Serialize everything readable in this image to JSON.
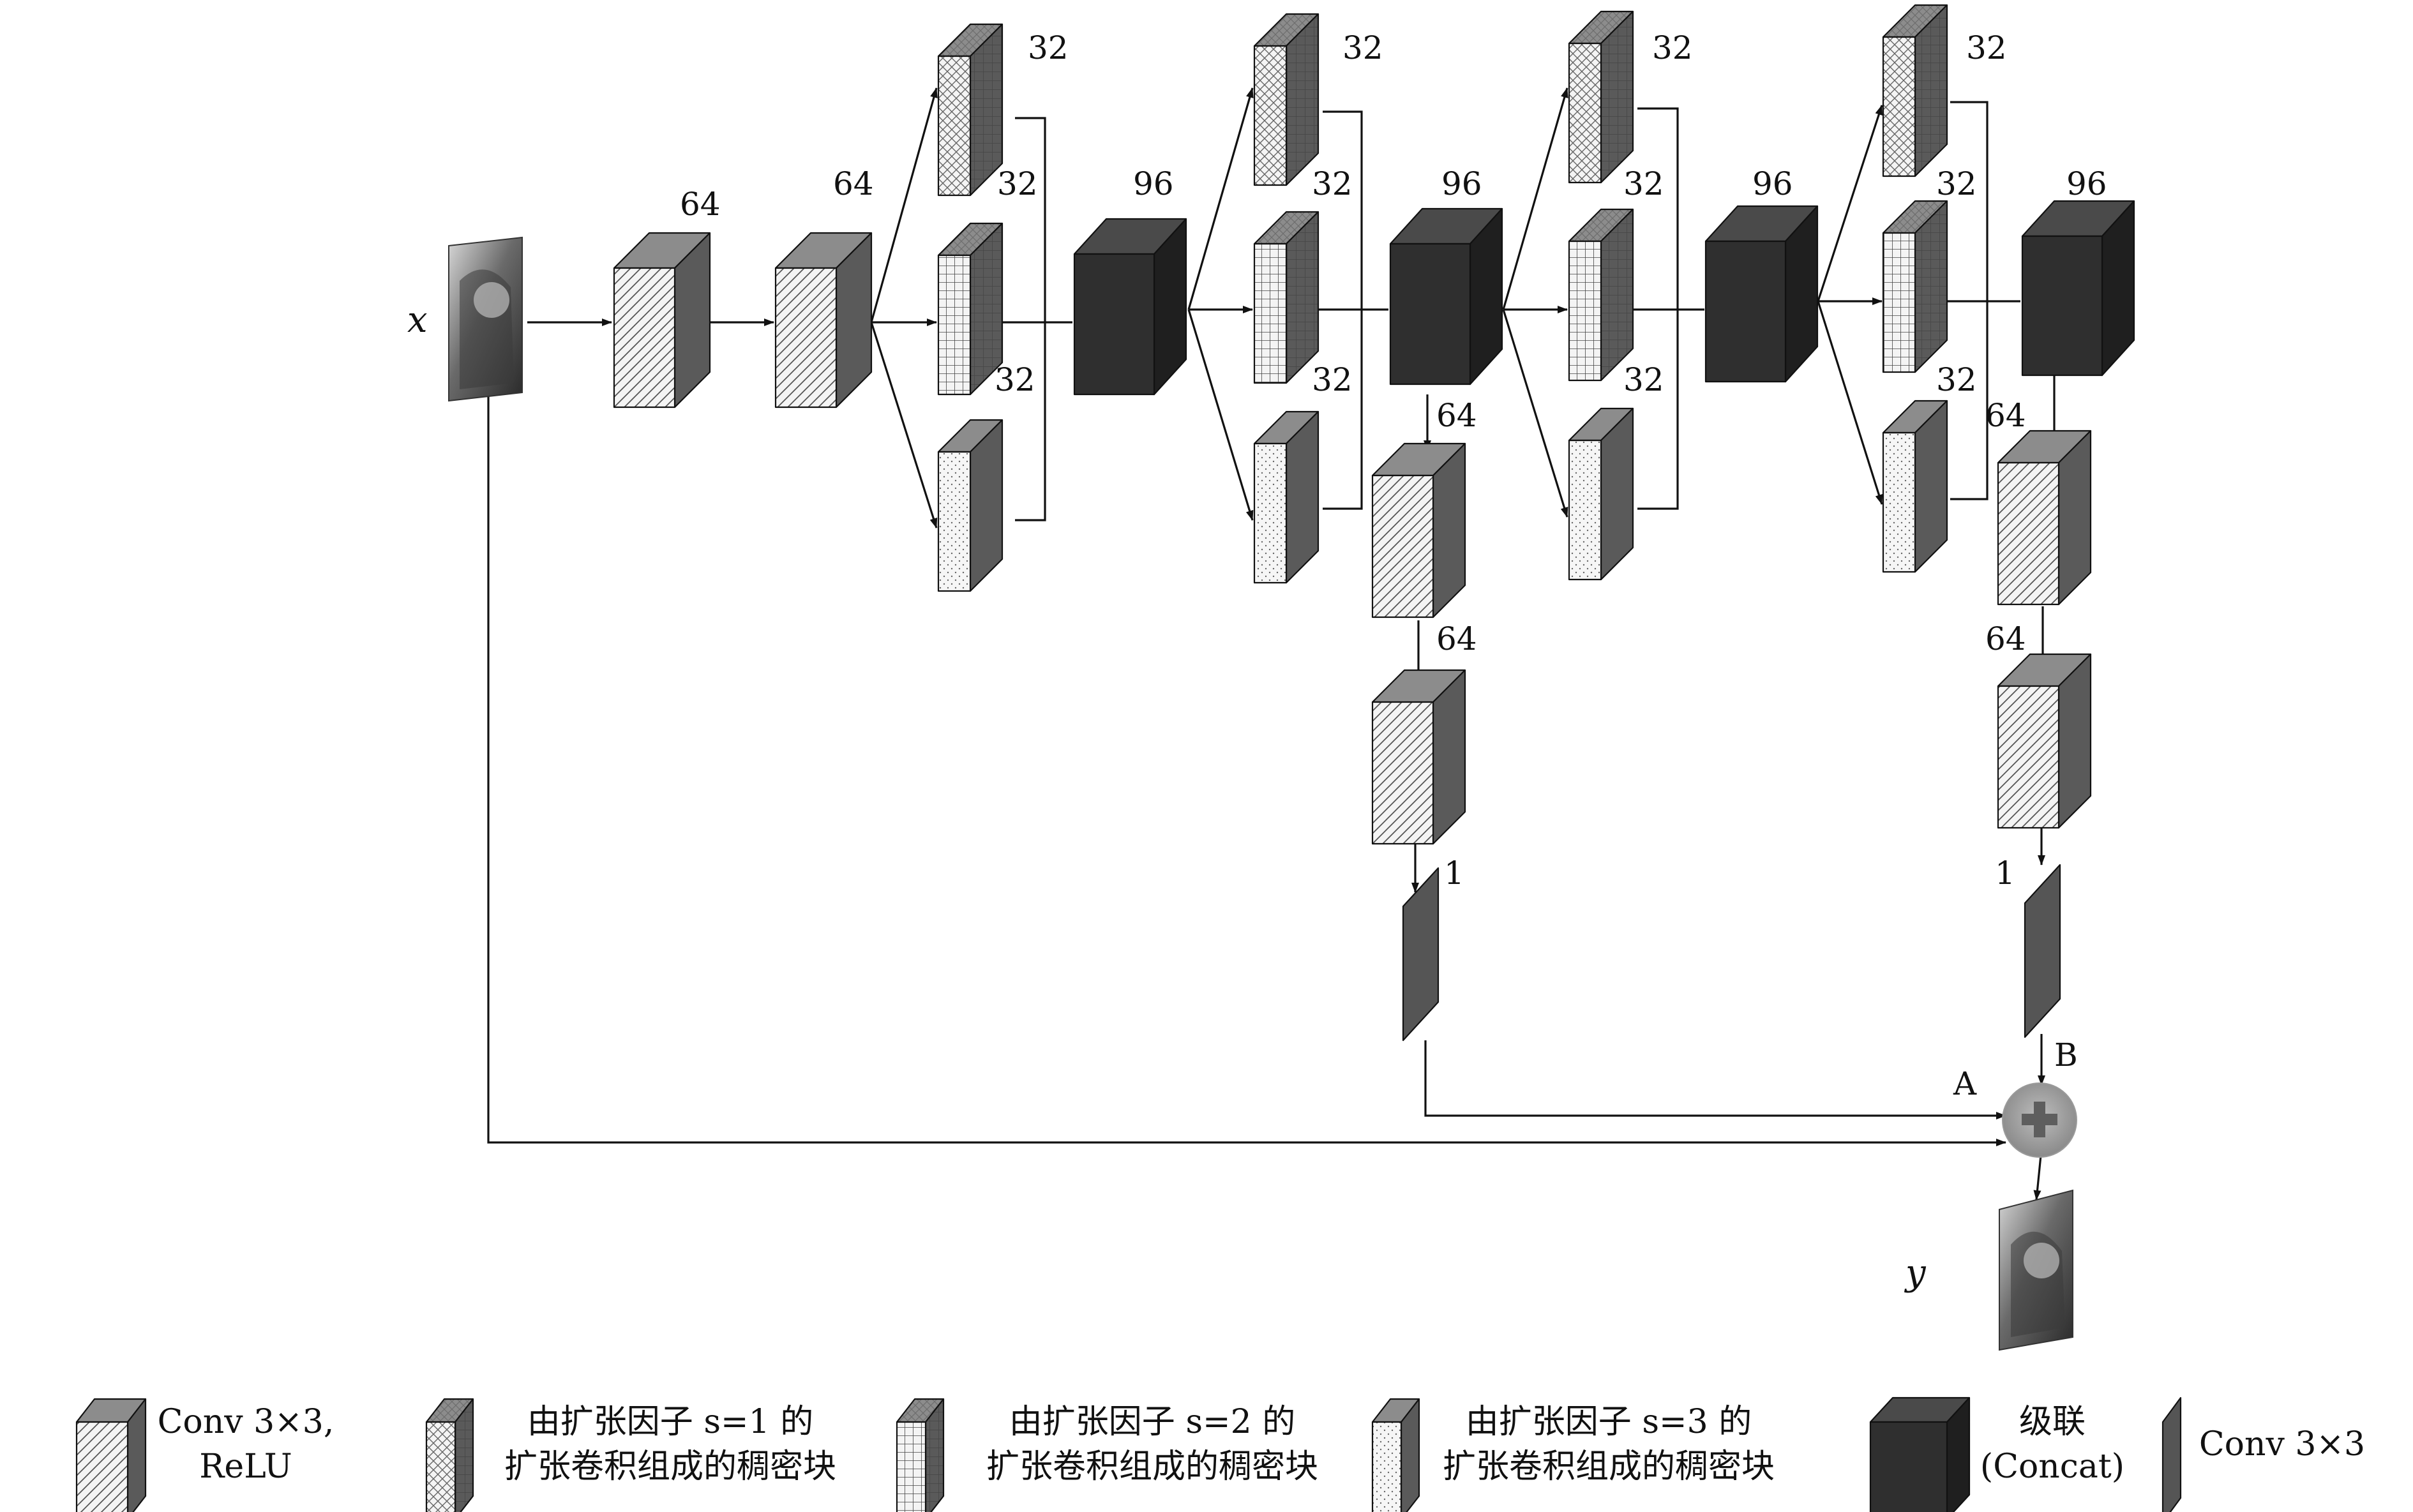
{
  "colors": {
    "background": "#ffffff",
    "block_front": "#f4f4f4",
    "block_top": "#8c8c8c",
    "block_side": "#5a5a5a",
    "concat_front": "#2f2f2f",
    "concat_top": "#4a4a4a",
    "concat_side": "#1f1f1f",
    "line": "#111111",
    "sum_node": "#9a9a9a"
  },
  "labels": {
    "input": "x",
    "output": "y",
    "path_a": "A",
    "path_b": "B"
  },
  "channels": {
    "conv1": "64",
    "conv2": "64",
    "dense1_s1": "32",
    "dense1_s2": "32",
    "dense1_s3": "32",
    "concat1": "96",
    "dense2_s1": "32",
    "dense2_s2": "32",
    "dense2_s3": "32",
    "concat2": "96",
    "dense3_s1": "32",
    "dense3_s2": "32",
    "dense3_s3": "32",
    "concat3": "96",
    "dense4_s1": "32",
    "dense4_s2": "32",
    "dense4_s3": "32",
    "concat4": "96",
    "branch_a_conv1": "64",
    "branch_a_conv2": "64",
    "branch_a_out": "1",
    "branch_b_conv1": "64",
    "branch_b_conv2": "64",
    "branch_b_out": "1"
  },
  "legend": {
    "conv_relu_line1": "Conv 3×3,",
    "conv_relu_line2": "ReLU",
    "dense_s1_line1": "由扩张因子 s=1 的",
    "dense_s1_line2": "扩张卷积组成的稠密块",
    "dense_s2_line1": "由扩张因子 s=2 的",
    "dense_s2_line2": "扩张卷积组成的稠密块",
    "dense_s3_line1": "由扩张因子 s=3 的",
    "dense_s3_line2": "扩张卷积组成的稠密块",
    "concat_line1": "级联",
    "concat_line2": "(Concat)",
    "conv_line1": "Conv 3×3"
  }
}
